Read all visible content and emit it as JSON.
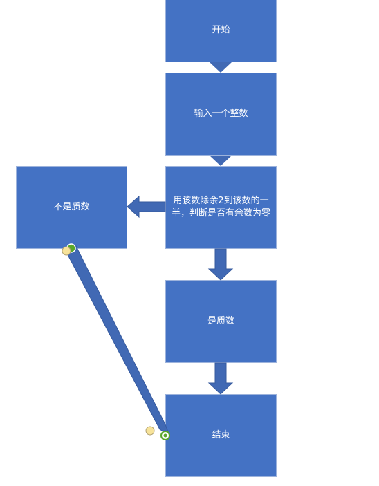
{
  "nodes": {
    "start": "开始",
    "input": "输入一个整数",
    "check": "用该数除余2到该数的一半，判断是否有余数为零",
    "not_prime": "不是质数",
    "prime": "是质数",
    "end": "结束"
  },
  "colors": {
    "box_fill": "#4472c4",
    "arrow_fill": "#4169b4",
    "handle_yellow": "#f7e39a",
    "handle_green": "#5aa82a"
  }
}
